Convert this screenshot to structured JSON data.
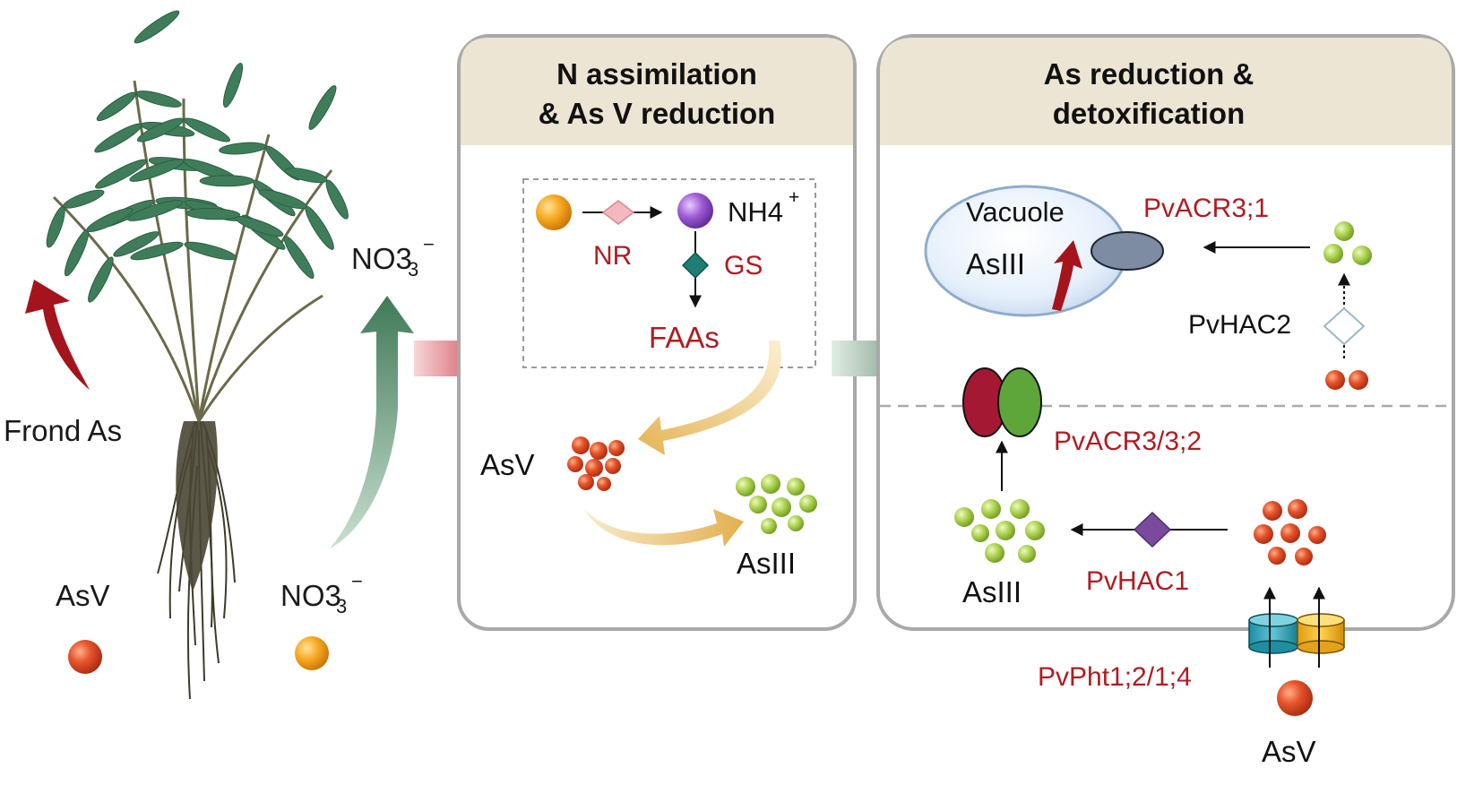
{
  "left": {
    "frond_as": "Frond As",
    "no3_up": "NO3",
    "no3_up_charge": "−",
    "asv_soil": "AsV",
    "no3_soil": "NO3",
    "no3_soil_charge": "−"
  },
  "panel1": {
    "title_line1": "N assimilation",
    "title_line2": "& As V  reduction",
    "nh4": "NH4",
    "nh4_charge": "+",
    "nr": "NR",
    "gs": "GS",
    "faas": "FAAs",
    "asv": "AsV",
    "asiii": "AsIII"
  },
  "panel2": {
    "title_line1": "As reduction &",
    "title_line2": "detoxification",
    "vacuole": "Vacuole",
    "vac_asiii": "AsIII",
    "pvacr3_1": "PvACR3;1",
    "pvhac2": "PvHAC2",
    "pvacr3_3_2": "PvACR3/3;2",
    "asiii": "AsIII",
    "pvhac1": "PvHAC1",
    "pvpht": "PvPht1;2/1;4",
    "asv": "AsV"
  },
  "colors": {
    "red_label": "#b01c22",
    "panel_header": "#ece5d3",
    "panel_border": "#a9a9a9",
    "asv_ball": "#e0522a",
    "no3_ball": "#f5a21e",
    "asiii_ball": "#a8cf4a",
    "nh4_ball": "#9b59d0"
  }
}
